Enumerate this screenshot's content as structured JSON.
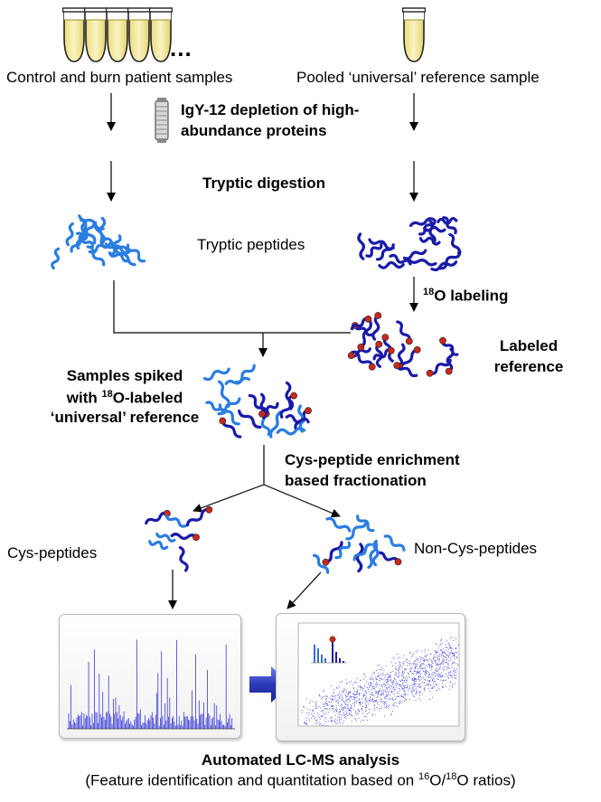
{
  "labels": {
    "control_samples": "Control and burn patient samples",
    "ellipsis": "...",
    "pooled_reference": "Pooled ‘universal’ reference sample",
    "depletion_line1": "IgY-12 depletion of high-",
    "depletion_line2": "abundance proteins",
    "tryptic_digestion": "Tryptic digestion",
    "tryptic_peptides": "Tryptic peptides",
    "o18_sup": "18",
    "o18_labeling": "O labeling",
    "labeled_line1": "Labeled",
    "labeled_line2": "reference",
    "spiked_line1": "Samples spiked",
    "spiked_line2_pre": "with ",
    "spiked_line2_sup": "18",
    "spiked_line2_post": "O-labeled",
    "spiked_line3": "‘universal’ reference",
    "enrichment_line1": "Cys-peptide enrichment",
    "enrichment_line2": "based fractionation",
    "cys_peptides": "Cys-peptides",
    "non_cys_peptides": "Non-Cys-peptides",
    "automated": "Automated LC-MS analysis",
    "feature_pre": "(Feature identification and quantitation based on ",
    "feature_sup1": "16",
    "feature_mid": "O/",
    "feature_sup2": "18",
    "feature_post": "O ratios)"
  },
  "colors": {
    "tube_fill": "#f3e9a0",
    "peptide_light": "#2b7de0",
    "peptide_dark": "#1a1aa8",
    "label_dot": "#c8281e",
    "arrow": "#000000",
    "spectrum": "#3a3ad8",
    "big_arrow": "#2a3ab8"
  },
  "icons": {
    "tube": "sample-tube-icon",
    "column": "depletion-column-icon"
  }
}
